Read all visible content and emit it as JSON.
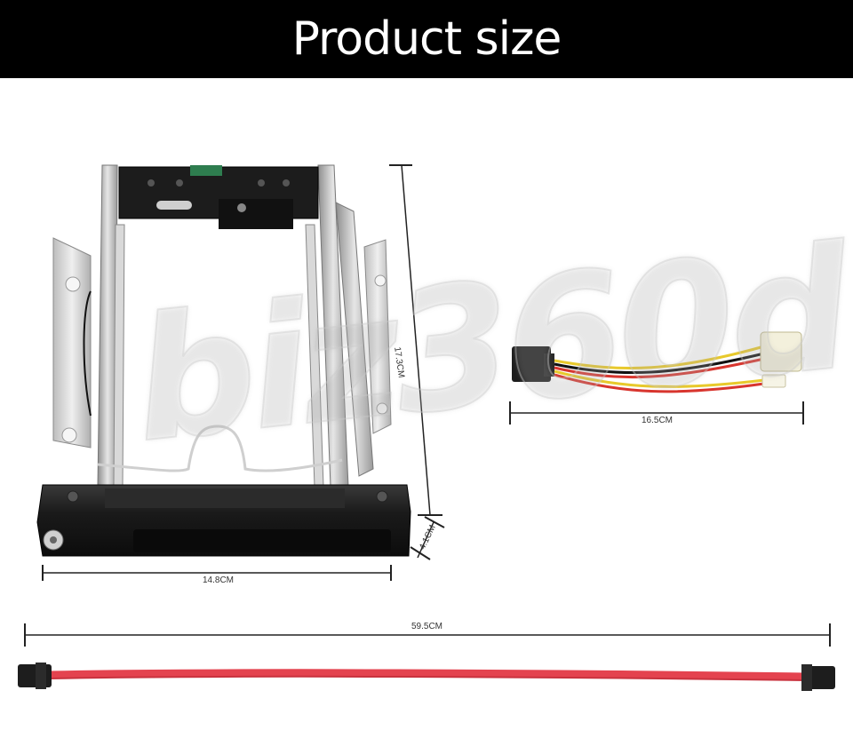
{
  "header": {
    "title": "Product size"
  },
  "dimensions": {
    "height": "17.3CM",
    "depth": "4.1CM",
    "width": "14.8CM",
    "power_cable": "16.5CM",
    "sata_cable": "59.5CM"
  },
  "watermark": {
    "text": "biz360d"
  },
  "colors": {
    "header_bg": "#000000",
    "sata_cable": "#e4434f",
    "tray_front": "#1c1c1c",
    "metal": "#c8c8c8"
  }
}
